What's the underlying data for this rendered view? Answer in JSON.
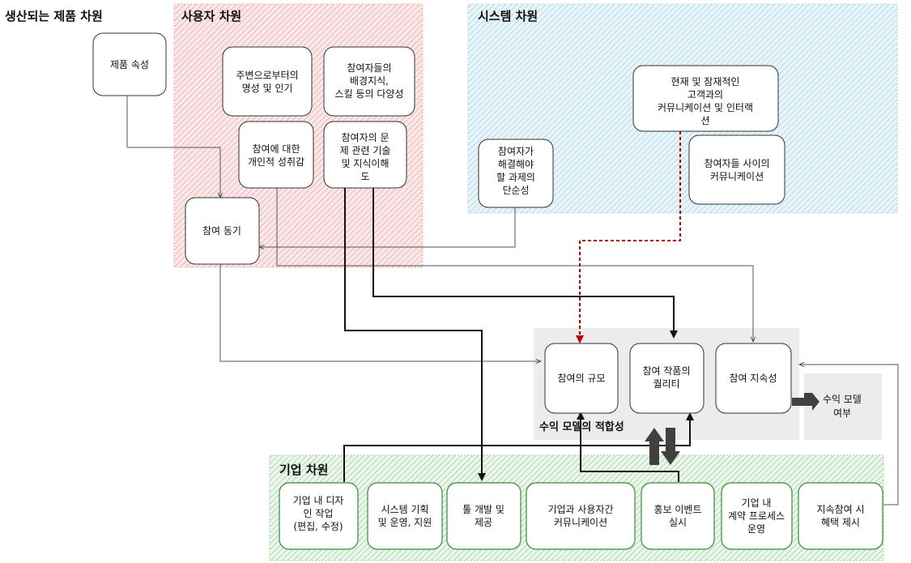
{
  "regions": {
    "product": "생산되는 제품 차원",
    "user": "사용자 차원",
    "system": "시스템 차원",
    "enterprise": "기업 차원",
    "revenue_fit": "수익 모델의 적합성"
  },
  "nodes": {
    "product_attr": [
      "제품 속성"
    ],
    "reputation": [
      "주변으로부터의",
      "명성 및 인기"
    ],
    "background": [
      "참여자들의",
      "배경지식,",
      "스킬 등의 다양성"
    ],
    "achievement": [
      "참여에 대한",
      "개인적 성취감"
    ],
    "understanding": [
      "참여자의 문",
      "제 관련 기술",
      "및 지식이해",
      "도"
    ],
    "motivation": [
      "참여 동기"
    ],
    "customer_comm": [
      "현재 및 잠재적인",
      "고객과의",
      "커뮤니케이션 및 인터랙",
      "션"
    ],
    "participant_comm": [
      "참여자들 사이의",
      "커뮤니케이션"
    ],
    "simplicity": [
      "참여자가",
      "해결해야",
      "할 과제의",
      "단순성"
    ],
    "scale": [
      "참여의 규모"
    ],
    "quality": [
      "참여 작품의",
      "퀄리티"
    ],
    "continuity": [
      "참여 지속성"
    ],
    "revenue_model": [
      "수익 모델",
      "여부"
    ],
    "design_work": [
      "기업 내 디자",
      "인 작업",
      "(편집, 수정)"
    ],
    "system_plan": [
      "시스템 기획",
      "및 운영, 지원"
    ],
    "tool_dev": [
      "툴 개발 및",
      "제공"
    ],
    "company_comm": [
      "기업과 사용자간",
      "커뮤니케이션"
    ],
    "promo": [
      "홍보 이벤트",
      "실시"
    ],
    "contract": [
      "기업 내",
      "계약 프로세스",
      "운영"
    ],
    "benefit": [
      "지속참여 시",
      "혜택 제시"
    ]
  },
  "colors": {
    "user_region": "#e89a9a",
    "system_region": "#8ec8da",
    "enterprise_region": "#7cc27c",
    "revenue_region": "#ececec",
    "dashed_arrow": "#c00000",
    "thick_arrow": "#404040"
  }
}
